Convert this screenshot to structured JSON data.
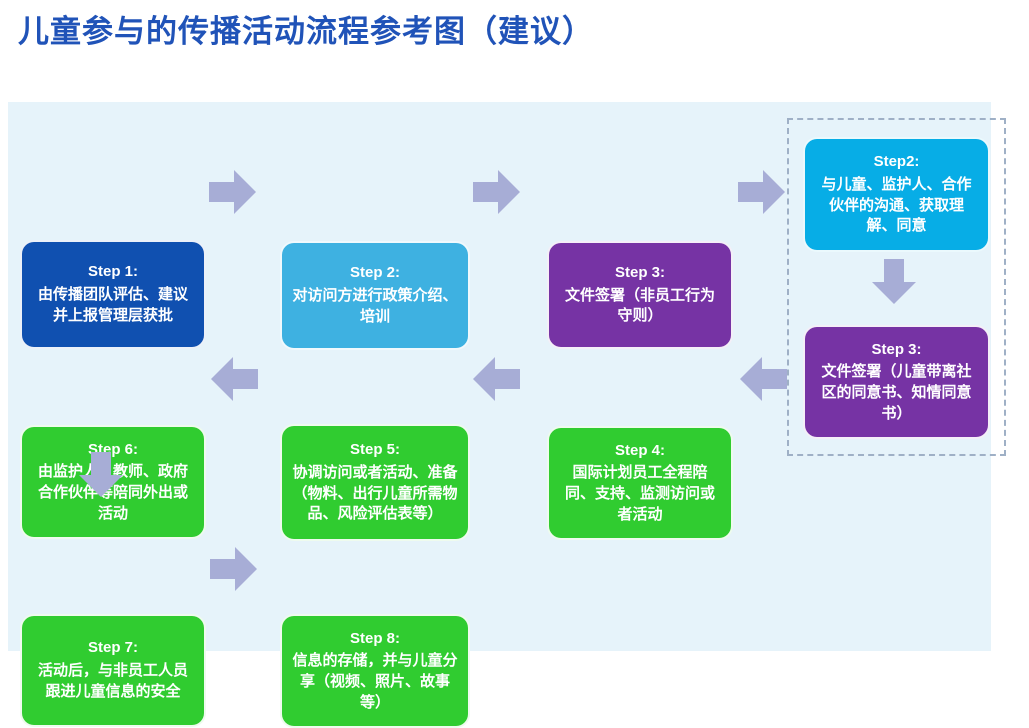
{
  "title": "儿童参与的传播活动流程参考图（建议）",
  "colors": {
    "title": "#2053b8",
    "canvas_background": "#e6f3fa",
    "step1_background": "#1050b0",
    "step2_background": "#3eb1e1",
    "step2_alt_background": "#07ade6",
    "step3_background": "#7633a4",
    "green_background": "#30cc30",
    "arrow": "#a7add6",
    "dashed_border": "#9fb0c6",
    "box_text": "#ffffff"
  },
  "steps": [
    {
      "label": "Step 1:",
      "text": "由传播团队评估、建议并上报管理层获批"
    },
    {
      "label": "Step 2:",
      "text": "对访问方进行政策介绍、培训"
    },
    {
      "label": "Step 3:",
      "text": "文件签署（非员工行为守则）"
    },
    {
      "label": "Step2:",
      "text": "与儿童、监护人、合作伙伴的沟通、获取理解、同意"
    },
    {
      "label": "Step 3:",
      "text": "文件签署（儿童带离社区的同意书、知情同意书）"
    },
    {
      "label": "Step 4:",
      "text": "国际计划员工全程陪同、支持、监测访问或者活动"
    },
    {
      "label": "Step 5:",
      "text": "协调访问或者活动、准备（物料、出行儿童所需物品、风险评估表等）"
    },
    {
      "label": "Step 6:",
      "text": "由监护人、教师、政府合作伙伴等陪同外出或活动"
    },
    {
      "label": "Step 7:",
      "text": "活动后，与非员工人员跟进儿童信息的安全"
    },
    {
      "label": "Step 8:",
      "text": "信息的存储，并与儿童分享（视频、照片、故事等）"
    }
  ]
}
